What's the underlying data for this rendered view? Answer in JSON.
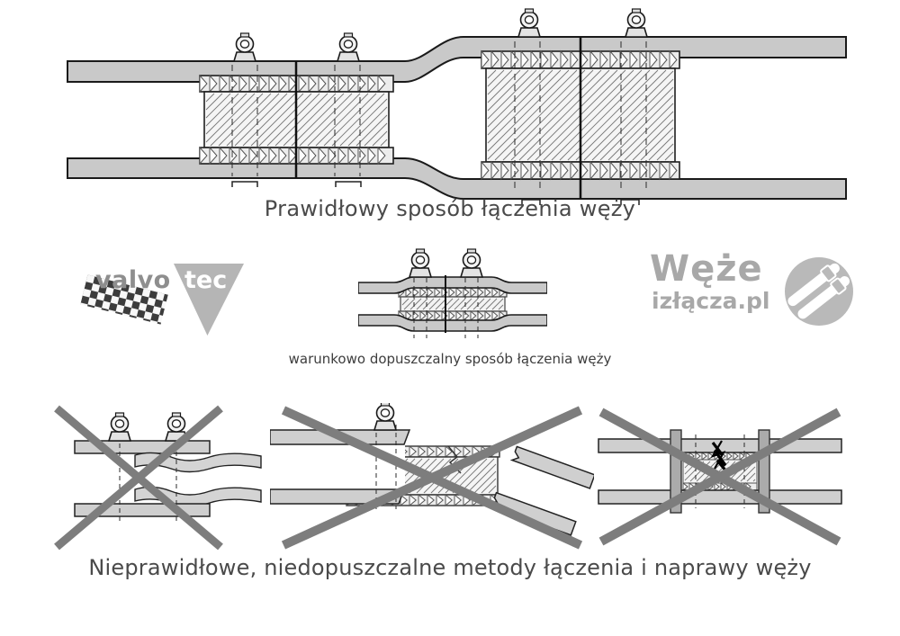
{
  "sections": {
    "correct": {
      "caption": "Prawidłowy sposób łączenia węży"
    },
    "conditional": {
      "caption": "warunkowo dopuszczalny sposób łączenia węży"
    },
    "incorrect": {
      "caption": "Nieprawidłowe, niedopuszczalne metody łączenia i naprawy węży"
    }
  },
  "logos": {
    "valvotec": {
      "word1": "valvo",
      "word2": "tec"
    },
    "weze": {
      "title": "Węże",
      "subtitle": "izłącza.pl"
    }
  },
  "colors": {
    "hose_gray": "#c9c9c9",
    "outline": "#1a1a1a",
    "connector_fill": "#f5f5f5",
    "serration_fill": "#ececec",
    "cross_gray": "#7d7d7d",
    "caption_gray": "#4a4a4a",
    "logo_gray": "#a8a8a8",
    "badge_gray": "#b9b9b9",
    "triangle_gray": "#b5b5b5",
    "flag_dark": "#2b2b2b"
  },
  "icons": {
    "ear_clamp_icon": "hose ear clamp (svg shape)",
    "checkered_flag_icon": "checkerboard flag (css conic-gradient)",
    "hoses_badge_icon": "gray circle with white hoses (svg)",
    "prohibition_cross_icon": "gray X cross lines (svg)"
  }
}
